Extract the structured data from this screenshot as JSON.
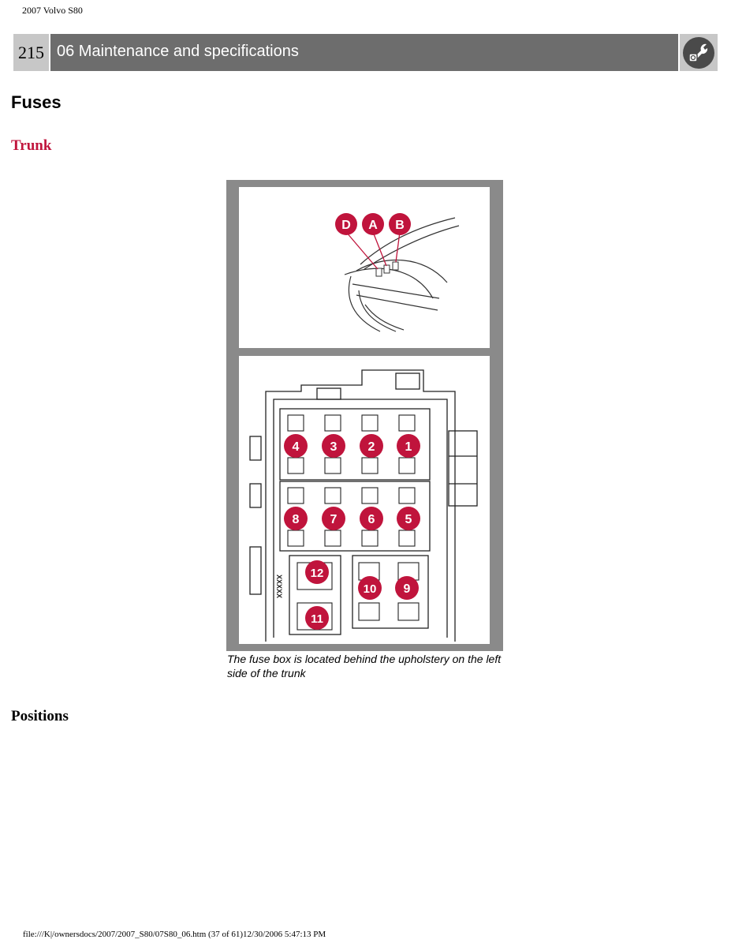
{
  "doc_title": "2007 Volvo S80",
  "header": {
    "page_number": "215",
    "chapter": "06 Maintenance and specifications",
    "icon": "wrench-maintenance-icon"
  },
  "sections": {
    "heading": "Fuses",
    "subheading": "Trunk",
    "positions_heading": "Positions"
  },
  "figure": {
    "connector_labels": [
      "D",
      "A",
      "B"
    ],
    "fuse_numbers": [
      "1",
      "2",
      "3",
      "4",
      "5",
      "6",
      "7",
      "8",
      "9",
      "10",
      "11",
      "12"
    ],
    "caption": "The fuse box is located behind the upholstery on the left side of the trunk"
  },
  "footer": "file:///K|/ownersdocs/2007/2007_S80/07S80_06.htm (37 of 61)12/30/2006 5:47:13 PM",
  "colors": {
    "accent": "#c0143c",
    "header_dark": "#6d6d6d",
    "header_light": "#c7c7c7"
  }
}
